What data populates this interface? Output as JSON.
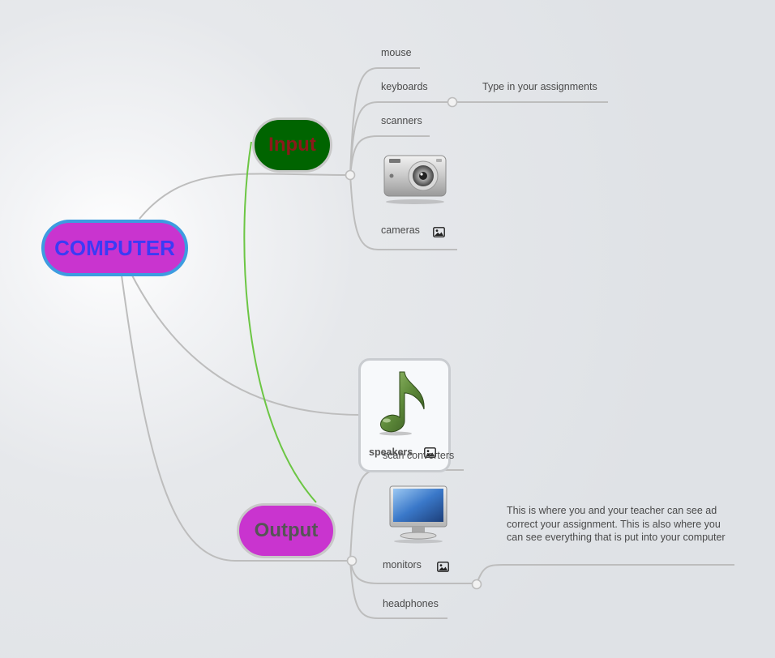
{
  "root": {
    "label": "COMPUTER",
    "fill": "#c934cf",
    "border": "#3d9ce0",
    "text_color": "#3b3bf5"
  },
  "branches": {
    "input": {
      "label": "Input",
      "fill": "#006400",
      "border": "#c8c8c8",
      "text_color": "#8b1a1a",
      "children": [
        {
          "label": "mouse"
        },
        {
          "label": "keyboards",
          "child": {
            "label": "Type in your assignments"
          }
        },
        {
          "label": "scanners"
        },
        {
          "label": "cameras",
          "image": "camera-image",
          "icon": "image-icon"
        }
      ]
    },
    "speakers": {
      "label": "speakers",
      "image": "music-note-image",
      "icon": "image-icon"
    },
    "output": {
      "label": "Output",
      "fill": "#c934cf",
      "border": "#c8c8c8",
      "text_color": "#555555",
      "children": [
        {
          "label": "scan converters"
        },
        {
          "label": "monitors",
          "image": "monitor-image",
          "icon": "image-icon",
          "child": {
            "label": "This is where you and your teacher can see ad correct your assignment. This is also where you can see everything that is put into your computer"
          }
        },
        {
          "label": "headphones"
        }
      ]
    }
  },
  "colors": {
    "connector": "#bdbdbd",
    "relationship": "#6cc644",
    "junction_fill": "#f2f2f2"
  }
}
